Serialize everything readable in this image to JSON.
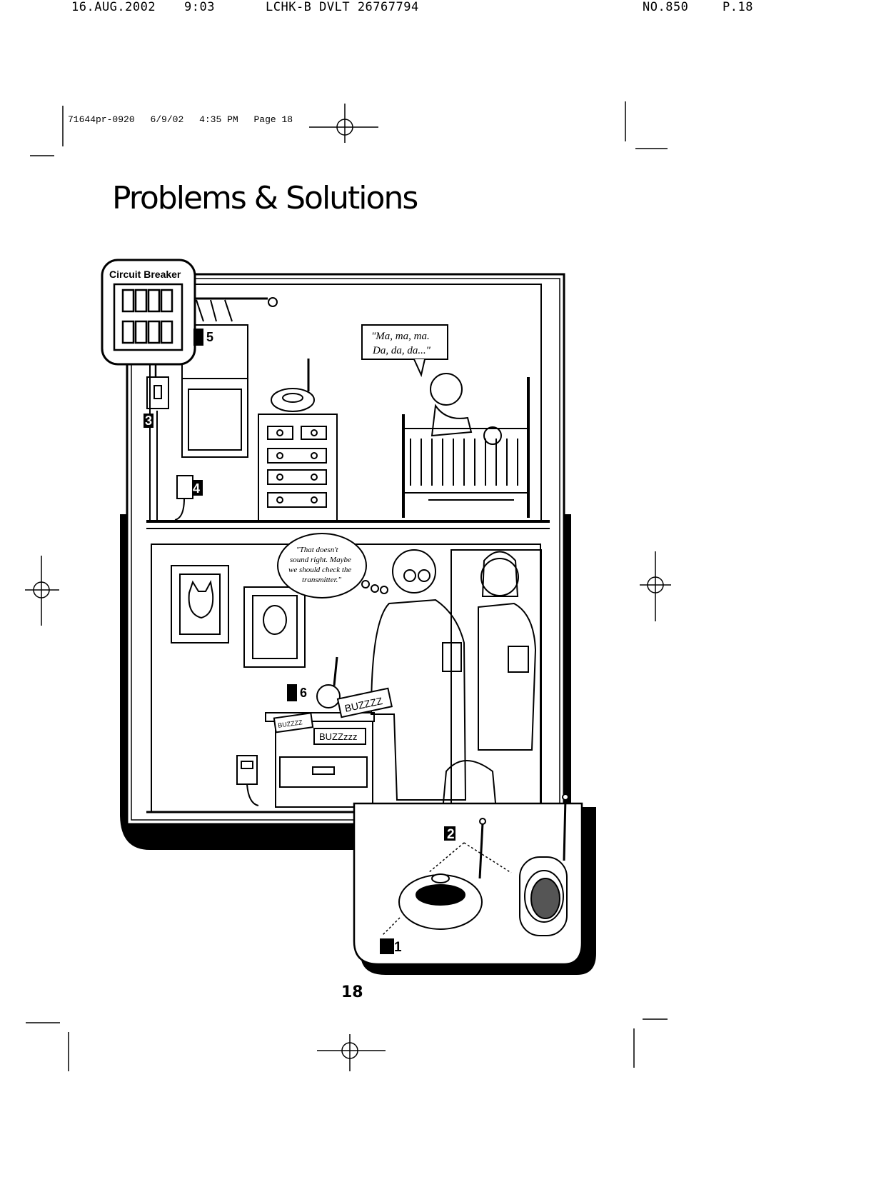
{
  "fax_header": {
    "date": "16.AUG.2002",
    "time": "9:03",
    "sender": "LCHK-B DVLT 26767794",
    "number": "NO.850",
    "page": "P.18"
  },
  "slug": {
    "job": "71644pr-0920",
    "date": "6/9/02",
    "time": "4:35 PM",
    "page": "Page 18"
  },
  "title": "Problems & Solutions",
  "page_number": "18",
  "illustration": {
    "circuit_breaker_label": "Circuit Breaker",
    "baby_speech": [
      "\"Ma, ma, ma.",
      "Da, da, da...\""
    ],
    "parent_thought": [
      "\"That doesn't",
      "sound right. Maybe",
      "we should check the",
      "transmitter.\""
    ],
    "buzz_large": "BUZZZZ",
    "buzz_medium": "BUZZzzz",
    "buzz_small": "BUZZZZ",
    "callouts": [
      "1",
      "2",
      "3",
      "4",
      "5",
      "6"
    ]
  }
}
